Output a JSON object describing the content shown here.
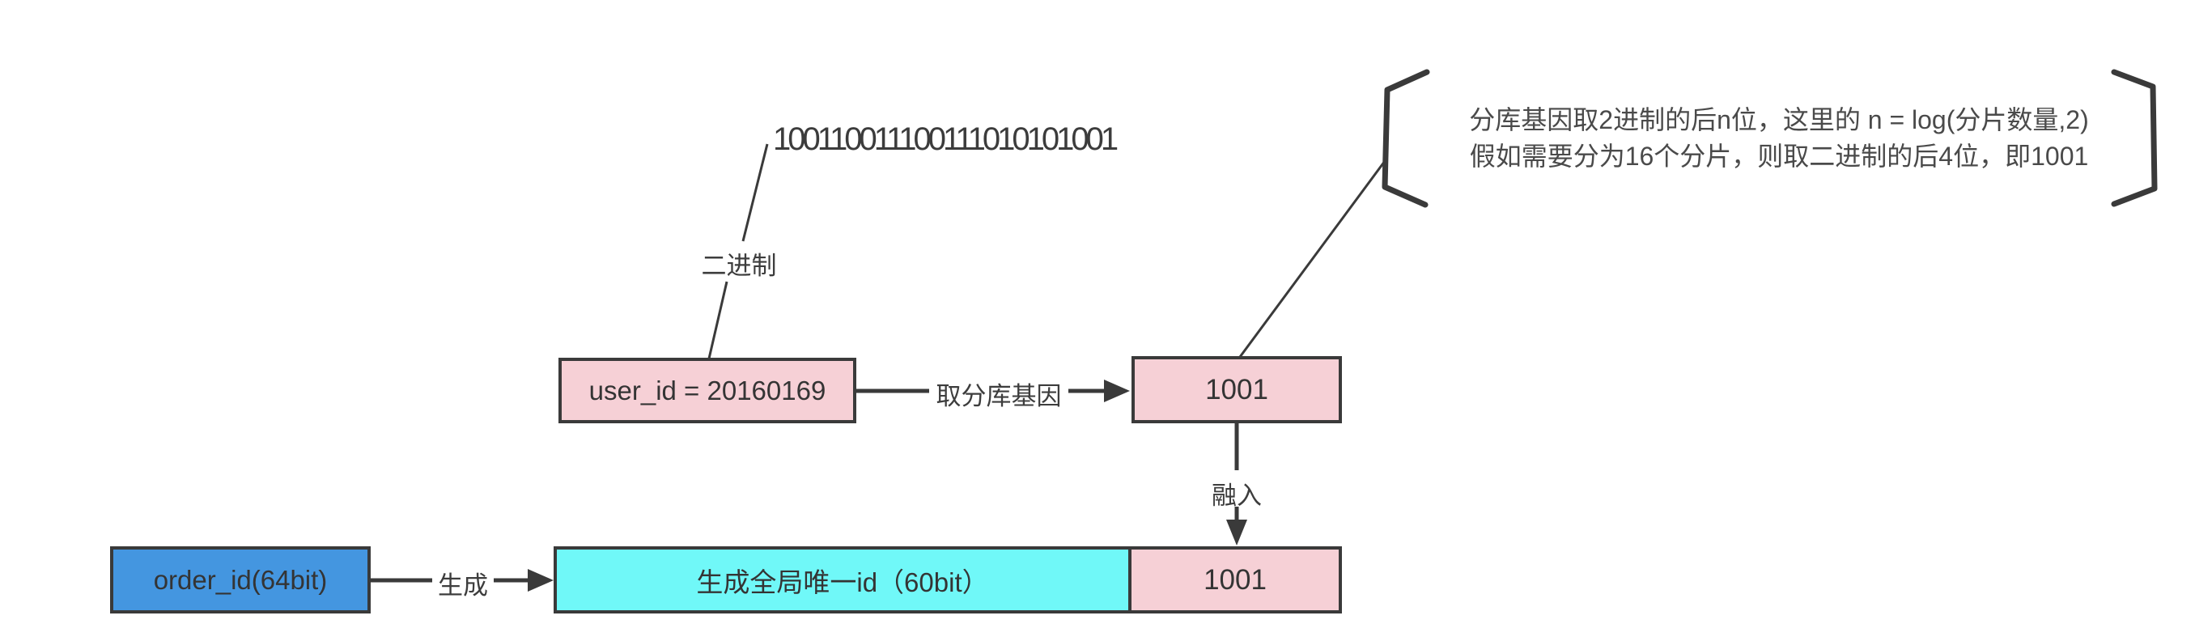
{
  "diagram": {
    "binary_string": "100110011100111010101001",
    "binary_label": "二进制",
    "nodes": {
      "user_id": {
        "label": "user_id = 20160169"
      },
      "gene": {
        "label": "1001"
      },
      "order_id": {
        "label": "order_id(64bit)"
      },
      "global_id": {
        "label": "生成全局唯一id（60bit）"
      },
      "gene_bottom": {
        "label": "1001"
      }
    },
    "edges": {
      "take_gene_label": "取分库基因",
      "merge_label": "融入",
      "generate_label": "生成"
    },
    "annotation": {
      "line1": "分库基因取2进制的后n位，这里的 n = log(分片数量,2)",
      "line2": "假如需要分为16个分片，则取二进制的后4位，即1001"
    },
    "colors": {
      "pink": "#f6d0d6",
      "blue": "#4496e0",
      "cyan": "#70f8f8",
      "line": "#3a3a3a",
      "text": "#3d3d3d"
    }
  }
}
